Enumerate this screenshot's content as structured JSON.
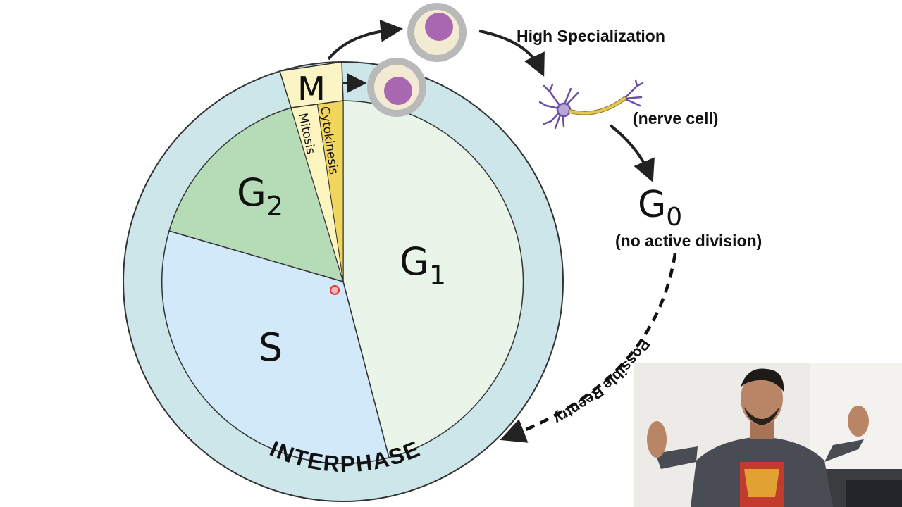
{
  "cycle": {
    "phases": {
      "g1": {
        "letter": "G",
        "sub": "1"
      },
      "g2": {
        "letter": "G",
        "sub": "2"
      },
      "s": {
        "letter": "S"
      },
      "m": {
        "letter": "M"
      },
      "mitosis": "Mitosis",
      "cytokinesis": "Cytokinesis"
    },
    "interphase_label": "INTERPHASE",
    "colors": {
      "ring": "#cde6e9",
      "g1": "#eaf5ea",
      "g2": "#b5dcb6",
      "s": "#d2e9f9",
      "m": "#fbf5c6",
      "mitosis": "#fdf5bf",
      "cytokinesis": "#f2d55c"
    }
  },
  "annotations": {
    "high_specialization": "High Specialization",
    "nerve_cell": "(nerve cell)",
    "g0": {
      "letter": "G",
      "sub": "0"
    },
    "no_active_division": "(no active division)",
    "possible_reentry": "Possible Reentry"
  }
}
